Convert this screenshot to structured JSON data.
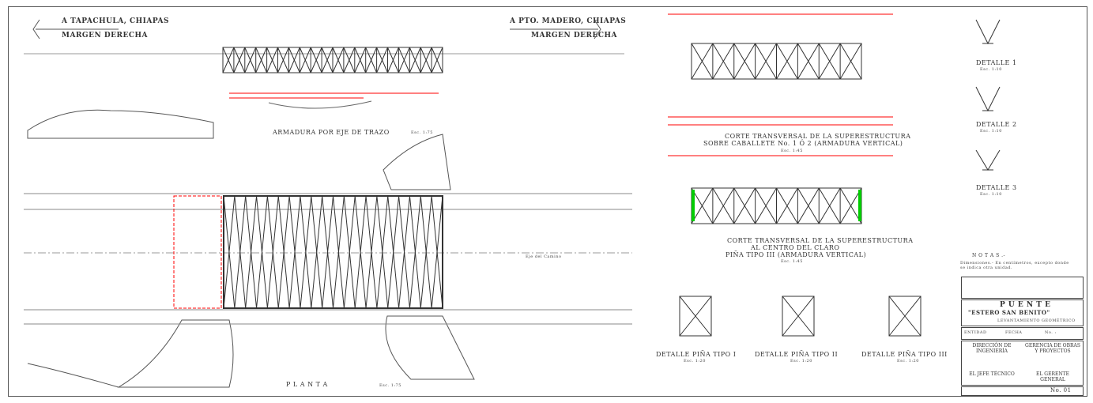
{
  "directions": {
    "left_city": "A TAPACHULA, CHIAPAS",
    "left_bank": "MARGEN DERECHA",
    "right_city": "A PTO. MADERO, CHIAPAS",
    "right_bank": "MARGEN DERECHA"
  },
  "views": {
    "elevation_title": "ARMADURA POR EJE DE TRAZO",
    "elevation_scale": "Esc. 1:75",
    "plan_title": "P L A N T A",
    "plan_scale": "Esc. 1:75",
    "section1_title_1": "CORTE TRANSVERSAL DE LA SUPERESTRUCTURA",
    "section1_title_2": "SOBRE CABALLETE No. 1 Ó 2 (ARMADURA VERTICAL)",
    "section1_scale": "Esc. 1:45",
    "section2_title_1": "CORTE TRANSVERSAL DE LA SUPERESTRUCTURA",
    "section2_title_2": "AL CENTRO DEL CLARO",
    "section2_title_3": "PIÑA TIPO III (ARMADURA VERTICAL)",
    "section2_scale": "Esc. 1:45",
    "axis_label": "Eje del Camino"
  },
  "details": [
    {
      "title": "DETALLE 1",
      "scale": "Esc. 1:10"
    },
    {
      "title": "DETALLE 2",
      "scale": "Esc. 1:10"
    },
    {
      "title": "DETALLE 3",
      "scale": "Esc. 1:10"
    }
  ],
  "pina_details": [
    {
      "title": "DETALLE PIÑA TIPO I",
      "scale": "Esc. 1:20"
    },
    {
      "title": "DETALLE PIÑA TIPO II",
      "scale": "Esc. 1:20"
    },
    {
      "title": "DETALLE PIÑA TIPO III",
      "scale": "Esc. 1:20"
    }
  ],
  "notes": {
    "title": "N O T A S .-",
    "text": "Dimensiones.- En centímetros, excepto donde se indica otra unidad."
  },
  "title_block": {
    "project": "P U E N T E",
    "name": "\"ESTERO SAN BENITO\"",
    "subtitle": "LEVANTAMIENTO GEOMÉTRICO",
    "field_1": "ENTIDAD",
    "field_2": "FECHA",
    "field_3": "No. :",
    "sign_1": "DIRECCIÓN DE INGENIERÍA",
    "sign_2": "GERENCIA DE OBRAS Y PROYECTOS",
    "sign_3": "EL JEFE TÉCNICO",
    "sign_4": "EL GERENTE GENERAL",
    "sheet_no": "No. 01"
  },
  "colors": {
    "dimension": "#ff0000",
    "highlight": "#ffff00",
    "line": "#333333",
    "plate": "#00cc00"
  }
}
